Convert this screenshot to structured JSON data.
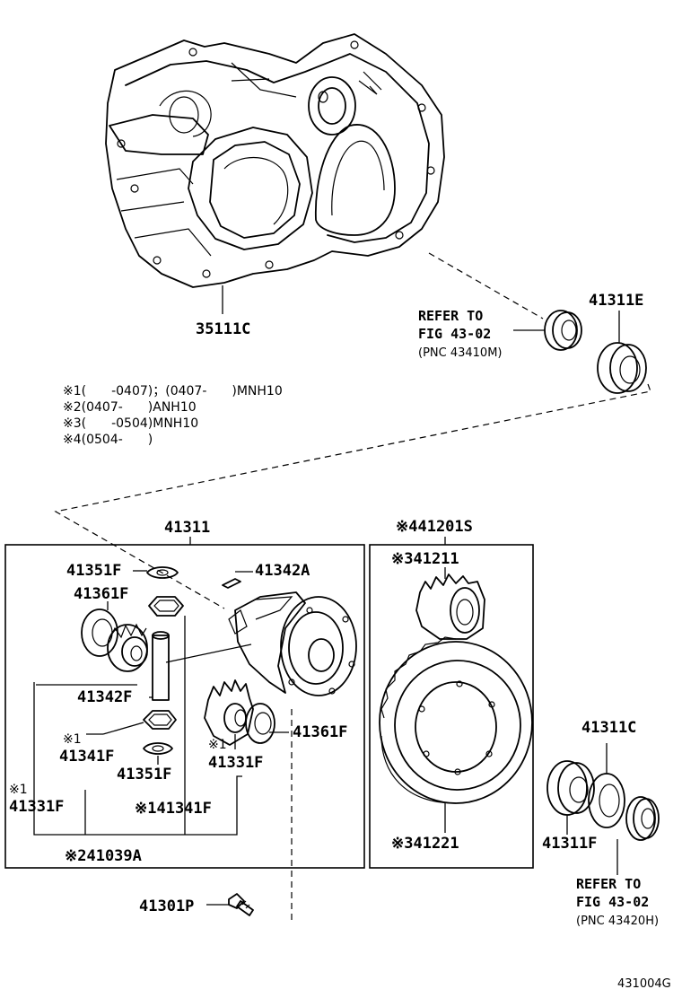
{
  "notes": [
    "※1(　　-0407)；(0407-　　)MNH10",
    "※2(0407-　　)ANH10",
    "※3(　　-0504)MNH10",
    "※4(0504-　　)"
  ],
  "references": {
    "upper": {
      "line1": "REFER TO",
      "line2": "FIG 43-02",
      "line3": "(PNC 43410M)"
    },
    "lower": {
      "line1": "REFER TO",
      "line2": "FIG 43-02",
      "line3": "(PNC 43420H)"
    }
  },
  "parts": {
    "case": "35111C",
    "bearing_upper": "41311E",
    "bearing_lower": "41311C",
    "bearing_lower_outer": "41311F",
    "diff_assembly": "41311",
    "washer_top": "41351F",
    "pin_top": "41342A",
    "thrust_washer_left": "41361F",
    "pinion_shaft": "41342F",
    "mark1_a": "※1",
    "gear_41341f": "41341F",
    "washer_bottom": "41351F",
    "mark1_b": "※1",
    "gear_41331f": "41331F",
    "thrust_washer_right": "41361F",
    "mark1_c": "※1",
    "side_gear_left": "41331F",
    "pinion_gear_bottom": "※141341F",
    "kit": "※241039A",
    "ring_gear_set": "※441201S",
    "drive_pinion": "※341211",
    "ring_gear": "※341221",
    "bolt": "41301P"
  },
  "figure_id": "431004G"
}
